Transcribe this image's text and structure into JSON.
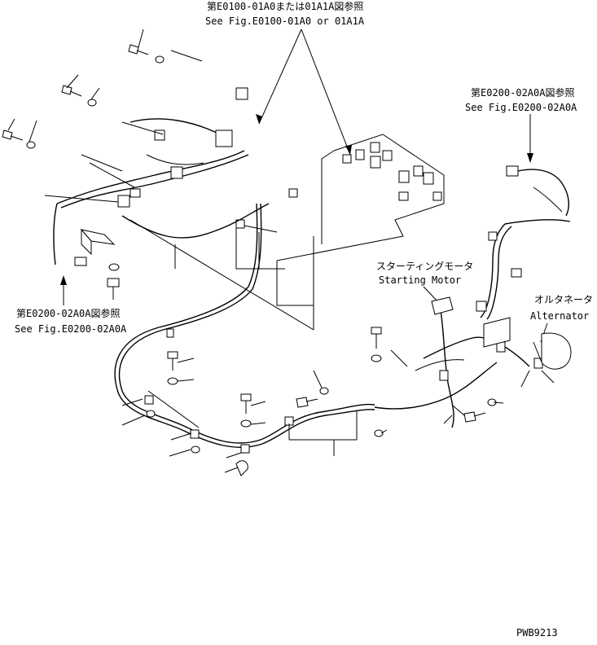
{
  "callouts": {
    "top_ref_ja": "第E0100-01A0または01A1A図参照",
    "top_ref_en": "See Fig.E0100-01A0 or 01A1A",
    "right_ref_ja": "第E0200-02A0A図参照",
    "right_ref_en": "See Fig.E0200-02A0A",
    "left_ref_ja": "第E0200-02A0A図参照",
    "left_ref_en": "See Fig.E0200-02A0A",
    "starting_motor_ja": "スターティングモータ",
    "starting_motor_en": "Starting Motor",
    "alternator_ja": "オルタネータ",
    "alternator_en": "Alternator"
  },
  "drawing_code": "PWB9213"
}
